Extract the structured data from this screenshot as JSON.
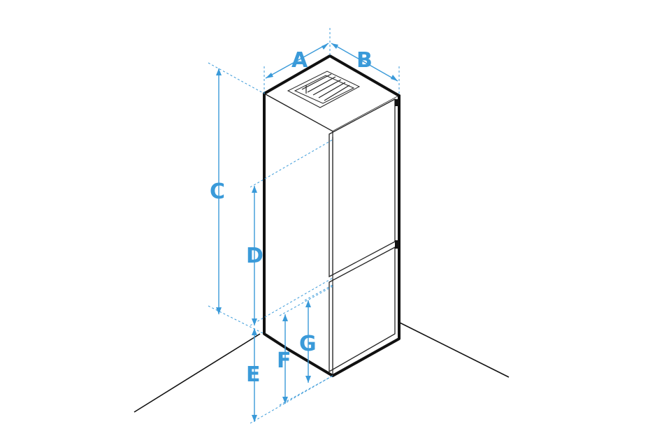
{
  "figure": {
    "labels": [
      {
        "id": "A",
        "text": "A"
      },
      {
        "id": "B",
        "text": "B"
      },
      {
        "id": "C",
        "text": "C"
      },
      {
        "id": "D",
        "text": "D"
      },
      {
        "id": "E",
        "text": "E"
      },
      {
        "id": "F",
        "text": "F"
      },
      {
        "id": "G",
        "text": "G"
      }
    ],
    "accent_color": "#3a9ad9",
    "outline_color": "#111111"
  }
}
